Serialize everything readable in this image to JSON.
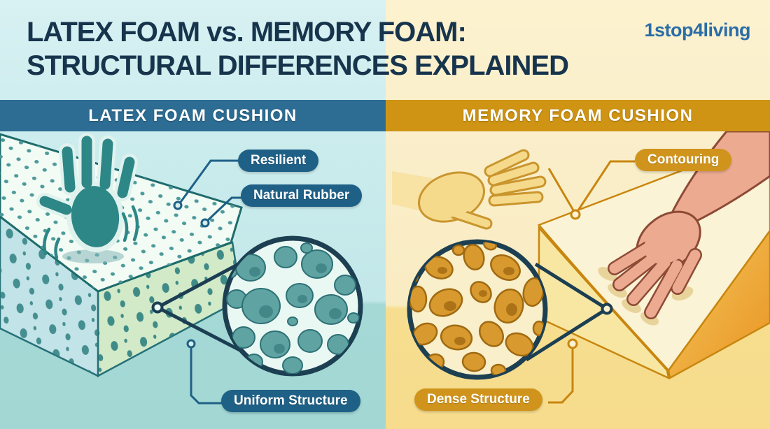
{
  "brand": {
    "logo_text": "1stop4living",
    "logo_color": "#2a6da8"
  },
  "title": {
    "line1": "LATEX FOAM vs. MEMORY FOAM:",
    "line2": "STRUCTURAL DIFFERENCES EXPLAINED",
    "color": "#17344d"
  },
  "panels": {
    "latex": {
      "header_label": "LATEX FOAM CUSHION",
      "header_bg": "#2d6d94",
      "pill_bg": "#1f6086",
      "background_top": "#d8f1f3",
      "background_bottom": "#a2d7d4",
      "labels": {
        "resilient": "Resilient",
        "natural_rubber": "Natural Rubber",
        "uniform_structure": "Uniform Structure"
      },
      "illustrations": [
        "latex-foam-block-with-dots",
        "rebounding-handprint-icon",
        "uniform-open-cell-magnifier"
      ]
    },
    "memory": {
      "header_label": "MEMORY FOAM CUSHION",
      "header_bg": "#cf9414",
      "pill_bg": "#d0941c",
      "background_top": "#fcf2cf",
      "background_bottom": "#f6dc8c",
      "labels": {
        "contouring": "Contouring",
        "dense_structure": "Dense Structure"
      },
      "illustrations": [
        "memory-foam-block-contoured",
        "ghost-hand-outline",
        "pressing-hand-arm",
        "dense-cell-magnifier"
      ]
    }
  }
}
